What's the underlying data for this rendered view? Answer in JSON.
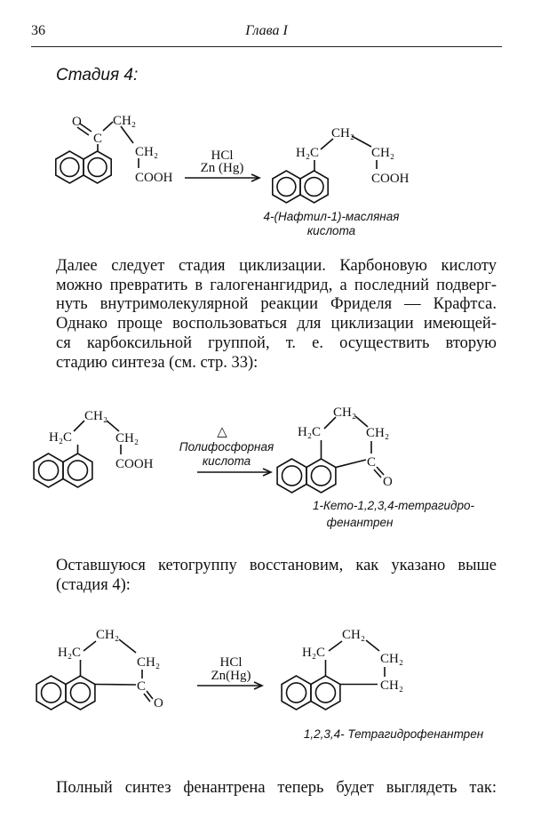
{
  "header": {
    "page_number": "36",
    "chapter": "Глава I"
  },
  "stage_heading": "Стадия 4:",
  "reaction1": {
    "reactant": {
      "o": "O",
      "c": "C",
      "ch2_a": "CH₂",
      "ch2_b": "CH₂",
      "cooh": "COOH"
    },
    "reagent_1": "HCl",
    "reagent_2": "Zn (Hg)",
    "product": {
      "h2c": "H₂C",
      "ch2_a": "CH₂",
      "ch2_b": "CH₂",
      "cooh": "COOH"
    },
    "product_name": [
      "4-(Нафтил-1)-масляная",
      "кислота"
    ]
  },
  "paragraph1": [
    "Далее следует стадия циклизации. Карбоновую кислоту",
    "можно превратить в галогенангидрид, а последний подверг-",
    "нуть внутримолекулярной реакции Фриделя — Крафтса.",
    "Однако проще воспользоваться для циклизации имеющей-",
    "ся карбоксильной группой, т. е. осуществить вторую",
    "стадию синтеза (см. стр. 33):"
  ],
  "reaction2": {
    "reactant": {
      "h2c": "H₂C",
      "ch2_a": "CH₂",
      "ch2_b": "CH₂",
      "cooh": "COOH"
    },
    "heat_symbol": "△",
    "reagent": [
      "Полифосфорная",
      "кислота"
    ],
    "product": {
      "h2c": "H₂C",
      "ch2_a": "CH₂",
      "ch2_b": "CH₂",
      "c": "C",
      "o": "O"
    },
    "product_name": [
      "1-Кето-1,2,3,4-тетрагидро-",
      "фенантрен"
    ]
  },
  "paragraph2": [
    "Оставшуюся кетогруппу восстановим, как указано выше",
    "(стадия 4):"
  ],
  "reaction3": {
    "reactant": {
      "h2c": "H₂C",
      "ch2_a": "CH₂",
      "ch2_b": "CH₂",
      "c": "C",
      "o": "O"
    },
    "reagent_1": "HCl",
    "reagent_2": "Zn(Hg)",
    "product": {
      "h2c": "H₂C",
      "ch2_a": "CH₂",
      "ch2_b": "CH₂",
      "ch2_c": "CH₂"
    },
    "product_name": "1,2,3,4- Тетрагидрофенантрен"
  },
  "closing_line": "Полный синтез фенантрена теперь будет выглядеть так:"
}
